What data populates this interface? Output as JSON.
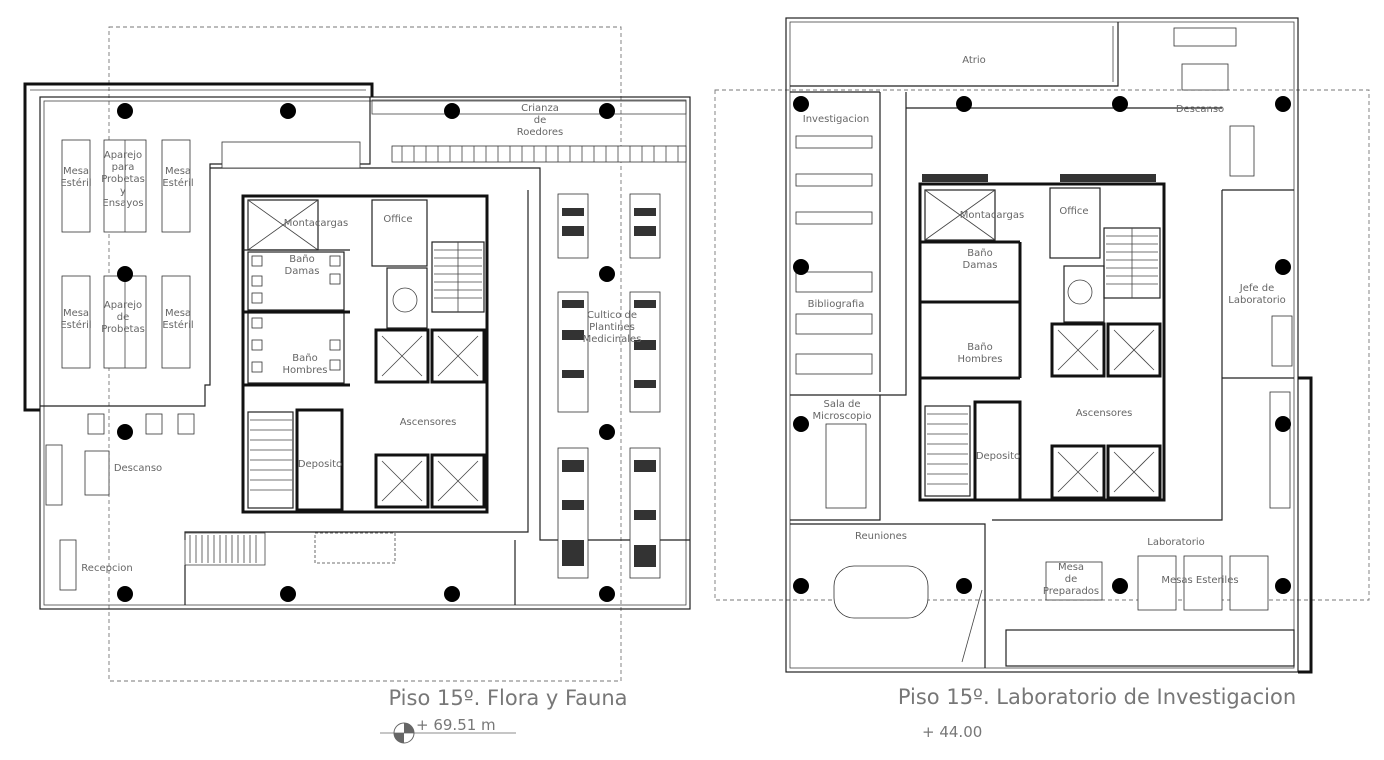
{
  "plan_left": {
    "title": "Piso 15º. Flora y Fauna",
    "level": "+ 69.51 m",
    "rooms": {
      "mesa_esteril_1": [
        "Mesa",
        "Estéril"
      ],
      "aparejo_1": [
        "Aparejo",
        "para",
        "Probetas",
        "y",
        "Ensayos"
      ],
      "mesa_esteril_2": [
        "Mesa",
        "Estéril"
      ],
      "mesa_esteril_3": [
        "Mesa",
        "Estéril"
      ],
      "aparejo_2": [
        "Aparejo",
        "de",
        "Probetas"
      ],
      "mesa_esteril_4": [
        "Mesa",
        "Estéril"
      ],
      "crianza": [
        "Crianza",
        "de",
        "Roedores"
      ],
      "montacargas": "Montacargas",
      "office": "Office",
      "bano_damas": [
        "Baño",
        "Damas"
      ],
      "bano_hombres": [
        "Baño",
        "Hombres"
      ],
      "cultivo": [
        "Cultico de",
        "Plantines",
        "Medicinales"
      ],
      "ascensores": "Ascensores",
      "deposito": "Deposito",
      "descanso": "Descanso",
      "recepcion": "Recepcion"
    }
  },
  "plan_right": {
    "title": "Piso 15º. Laboratorio de Investigacion",
    "level": "+ 44.00",
    "rooms": {
      "atrio": "Atrio",
      "descanso": "Descanso",
      "investigacion": "Investigacion",
      "montacargas": "Montacargas",
      "office": "Office",
      "bano_damas": [
        "Baño",
        "Damas"
      ],
      "bano_hombres": [
        "Baño",
        "Hombres"
      ],
      "bibliografia": "Bibliografia",
      "jefe": [
        "Jefe de",
        "Laboratorio"
      ],
      "sala_microscopio": [
        "Sala de",
        "Microscopio"
      ],
      "ascensores": "Ascensores",
      "deposito": "Deposito",
      "reuniones": "Reuniones",
      "laboratorio": "Laboratorio",
      "mesa_preparados": [
        "Mesa",
        "de",
        "Preparados"
      ],
      "mesas_esteriles": "Mesas Esteriles"
    }
  }
}
